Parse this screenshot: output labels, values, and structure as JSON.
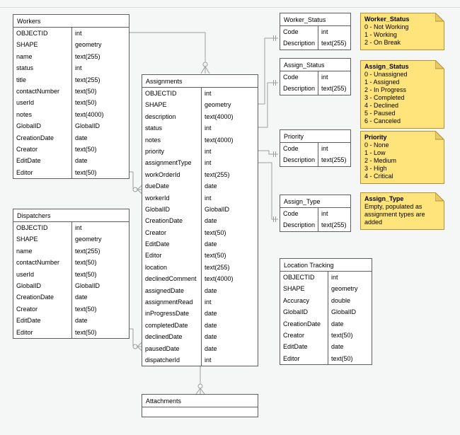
{
  "colors": {
    "canvas_bg": "#f5f6f6",
    "table_bg": "#ffffff",
    "table_border": "#5f5f5f",
    "note_bg": "#ffe47c",
    "note_border": "#b0903c",
    "note_fold": "#e9cb5f",
    "connector": "#9e9e9e",
    "text": "#000000"
  },
  "tables": {
    "workers": {
      "title": "Workers",
      "rows": [
        {
          "name": "OBJECTID",
          "type": "int"
        },
        {
          "name": "SHAPE",
          "type": "geometry"
        },
        {
          "name": "name",
          "type": "text(255)"
        },
        {
          "name": "status",
          "type": "int"
        },
        {
          "name": "title",
          "type": "text(255)"
        },
        {
          "name": "contactNumber",
          "type": "text(50)"
        },
        {
          "name": "userId",
          "type": "text(50)"
        },
        {
          "name": "notes",
          "type": "text(4000)"
        },
        {
          "name": "GlobalID",
          "type": "GlobalID"
        },
        {
          "name": "CreationDate",
          "type": "date"
        },
        {
          "name": "Creator",
          "type": "text(50)"
        },
        {
          "name": "EditDate",
          "type": "date"
        },
        {
          "name": "Editor",
          "type": "text(50)"
        }
      ]
    },
    "dispatchers": {
      "title": "Dispatchers",
      "rows": [
        {
          "name": "OBJECTID",
          "type": "int"
        },
        {
          "name": "SHAPE",
          "type": "geometry"
        },
        {
          "name": "name",
          "type": "text(255)"
        },
        {
          "name": "contactNumber",
          "type": "text(50)"
        },
        {
          "name": "userId",
          "type": "text(50)"
        },
        {
          "name": "GlobalID",
          "type": "GlobalID"
        },
        {
          "name": "CreationDate",
          "type": "date"
        },
        {
          "name": "Creator",
          "type": "text(50)"
        },
        {
          "name": "EditDate",
          "type": "date"
        },
        {
          "name": "Editor",
          "type": "text(50)"
        }
      ]
    },
    "assignments": {
      "title": "Assignments",
      "rows": [
        {
          "name": "OBJECTID",
          "type": "int"
        },
        {
          "name": "SHAPE",
          "type": "geometry"
        },
        {
          "name": "description",
          "type": "text(4000)"
        },
        {
          "name": "status",
          "type": "int"
        },
        {
          "name": "notes",
          "type": "text(4000)"
        },
        {
          "name": "priority",
          "type": "int"
        },
        {
          "name": "assignmentType",
          "type": "int"
        },
        {
          "name": "workOrderId",
          "type": "text(255)"
        },
        {
          "name": "dueDate",
          "type": "date"
        },
        {
          "name": "workerId",
          "type": "int"
        },
        {
          "name": "GlobalID",
          "type": "GlobalID"
        },
        {
          "name": "CreationDate",
          "type": "date"
        },
        {
          "name": "Creator",
          "type": "text(50)"
        },
        {
          "name": "EditDate",
          "type": "date"
        },
        {
          "name": "Editor",
          "type": "text(50)"
        },
        {
          "name": "location",
          "type": "text(255)"
        },
        {
          "name": "declinedComment",
          "type": "text(4000)"
        },
        {
          "name": "assignedDate",
          "type": "date"
        },
        {
          "name": "assignmentRead",
          "type": "int"
        },
        {
          "name": "inProgressDate",
          "type": "date"
        },
        {
          "name": "completedDate",
          "type": "date"
        },
        {
          "name": "declinedDate",
          "type": "date"
        },
        {
          "name": "pausedDate",
          "type": "date"
        },
        {
          "name": "dispatcherId",
          "type": "int"
        }
      ]
    },
    "worker_status": {
      "title": "Worker_Status",
      "rows": [
        {
          "name": "Code",
          "type": "int"
        },
        {
          "name": "Description",
          "type": "text(255)"
        }
      ]
    },
    "assign_status": {
      "title": "Assign_Status",
      "rows": [
        {
          "name": "Code",
          "type": "int"
        },
        {
          "name": "Description",
          "type": "text(255)"
        }
      ]
    },
    "priority": {
      "title": "Priority",
      "rows": [
        {
          "name": "Code",
          "type": "int"
        },
        {
          "name": "Description",
          "type": "text(255)"
        }
      ]
    },
    "assign_type": {
      "title": "Assign_Type",
      "rows": [
        {
          "name": "Code",
          "type": "int"
        },
        {
          "name": "Description",
          "type": "text(255)"
        }
      ]
    },
    "location_tracking": {
      "title": "Location Tracking",
      "rows": [
        {
          "name": "OBJECTID",
          "type": "int"
        },
        {
          "name": "SHAPE",
          "type": "geometry"
        },
        {
          "name": "Accuracy",
          "type": "double"
        },
        {
          "name": "GlobalID",
          "type": "GlobalID"
        },
        {
          "name": "CreationDate",
          "type": "date"
        },
        {
          "name": "Creator",
          "type": "text(50)"
        },
        {
          "name": "EditDate",
          "type": "date"
        },
        {
          "name": "Editor",
          "type": "text(50)"
        }
      ]
    },
    "attachments": {
      "title": "Attachments",
      "rows": []
    }
  },
  "notes": {
    "worker_status": {
      "title": "Worker_Status",
      "lines": [
        "0 - Not Working",
        "1 - Working",
        "2 - On Break"
      ]
    },
    "assign_status": {
      "title": "Assign_Status",
      "lines": [
        "0 - Unassigned",
        "1 - Assigned",
        "2 - In Progress",
        "3 - Completed",
        "4 - Declined",
        "5 - Paused",
        "6 - Canceled"
      ]
    },
    "priority": {
      "title": "Priority",
      "lines": [
        "0 - None",
        "1 - Low",
        "2 - Medium",
        "3 - High",
        "4 - Critical"
      ]
    },
    "assign_type": {
      "title": "Assign_Type",
      "lines": [
        "Empty, populated as assignment types are added"
      ]
    }
  },
  "relationships": [
    {
      "from": "Workers",
      "to": "Assignments"
    },
    {
      "from": "Dispatchers",
      "to": "Assignments"
    },
    {
      "from": "Assignments",
      "to": "Attachments"
    },
    {
      "from": "Assignments",
      "to": "Worker_Status"
    },
    {
      "from": "Assignments",
      "to": "Assign_Status"
    },
    {
      "from": "Assignments",
      "to": "Priority"
    },
    {
      "from": "Assignments",
      "to": "Assign_Type"
    }
  ]
}
